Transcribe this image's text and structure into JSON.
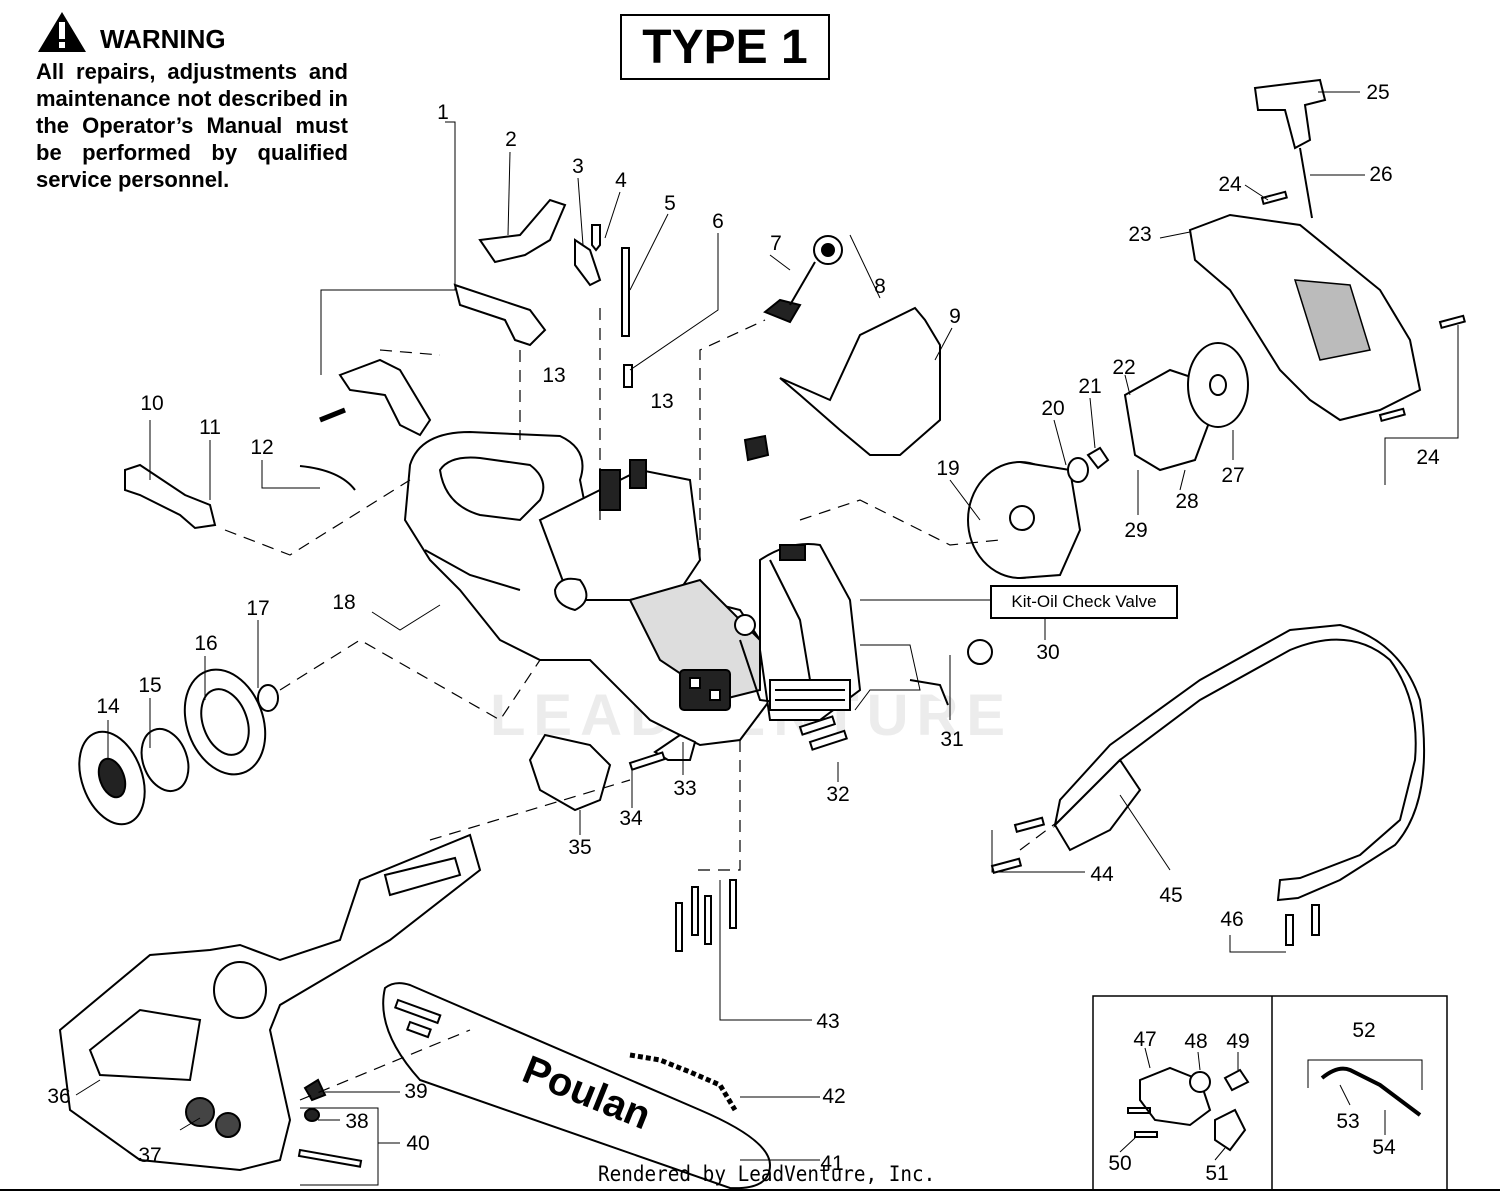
{
  "warning": {
    "title": "WARNING",
    "text": "All repairs, adjustments and maintenance not described in the Operator’s Manual must be performed by qualified service personnel.",
    "icon": "warning-triangle-icon"
  },
  "type_label": "TYPE 1",
  "callout_box": "Kit-Oil Check Valve",
  "bar_brand": "Poulan",
  "watermark": "LEADVENTURE",
  "footer": "Rendered by LeadVenture, Inc.",
  "part_numbers": [
    "1",
    "2",
    "3",
    "4",
    "5",
    "6",
    "7",
    "8",
    "9",
    "10",
    "11",
    "12",
    "13",
    "13",
    "14",
    "15",
    "16",
    "17",
    "18",
    "19",
    "20",
    "21",
    "22",
    "23",
    "24",
    "24",
    "25",
    "26",
    "27",
    "28",
    "29",
    "30",
    "31",
    "32",
    "33",
    "34",
    "35",
    "36",
    "37",
    "38",
    "39",
    "40",
    "41",
    "42",
    "43",
    "44",
    "45",
    "46",
    "47",
    "48",
    "49",
    "50",
    "51",
    "52",
    "53",
    "54"
  ]
}
